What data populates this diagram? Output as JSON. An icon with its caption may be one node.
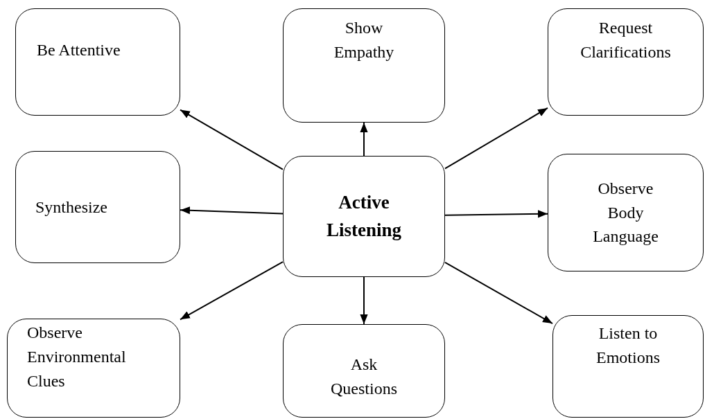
{
  "diagram": {
    "nodes": [
      {
        "text": [
          "Be Attentive"
        ]
      },
      {
        "text": [
          "Show Empathy"
        ]
      },
      {
        "text": [
          "Request Clarifications"
        ]
      },
      {
        "text": [
          "Synthesize"
        ]
      },
      {
        "text": [
          "Active Listening"
        ]
      },
      {
        "text": [
          "Observe Body Language"
        ]
      },
      {
        "text": [
          "Observe Environmental Clues"
        ]
      },
      {
        "text": [
          "Ask Questions"
        ]
      },
      {
        "text": [
          "Listen to Emotions"
        ]
      }
    ],
    "edges": [
      {
        "from": 4,
        "to": 0,
        "arrow": "to"
      },
      {
        "from": 4,
        "to": 1,
        "arrow": "to"
      },
      {
        "from": 4,
        "to": 2,
        "arrow": "to"
      },
      {
        "from": 4,
        "to": 3,
        "arrow": "to"
      },
      {
        "from": 4,
        "to": 5,
        "arrow": "to"
      },
      {
        "from": 4,
        "to": 6,
        "arrow": "to"
      },
      {
        "from": 4,
        "to": 7,
        "arrow": "to"
      },
      {
        "from": 4,
        "to": 8,
        "arrow": "to"
      }
    ]
  }
}
